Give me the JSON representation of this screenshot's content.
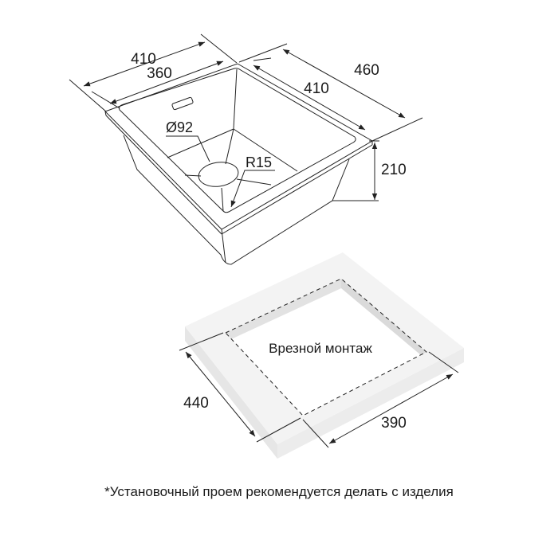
{
  "sink": {
    "dim_width_outer": "410",
    "dim_width_inner": "360",
    "dim_depth_outer": "460",
    "dim_depth_inner": "410",
    "dim_height": "210",
    "drain_diameter": "Ø92",
    "corner_radius": "R15"
  },
  "countertop": {
    "label": "Врезной монтаж",
    "dim_depth": "440",
    "dim_width": "390"
  },
  "footnote": "*Установочный проем рекомендуется делать с изделия"
}
